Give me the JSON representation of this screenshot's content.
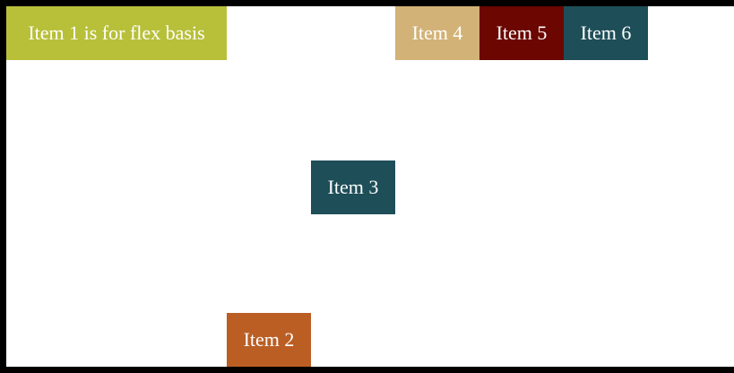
{
  "flex_items": [
    {
      "label": "Item 1 is for flex basis",
      "color": "#b8c03a"
    },
    {
      "label": "Item 2",
      "color": "#ba5e24"
    },
    {
      "label": "Item 3",
      "color": "#1e4e58"
    },
    {
      "label": "Item 4",
      "color": "#d2b276"
    },
    {
      "label": "Item 5",
      "color": "#6b0600"
    },
    {
      "label": "Item 6",
      "color": "#1e4e58"
    }
  ],
  "colors": {
    "border": "#000000",
    "background": "#ffffff",
    "text": "#ffffff"
  }
}
